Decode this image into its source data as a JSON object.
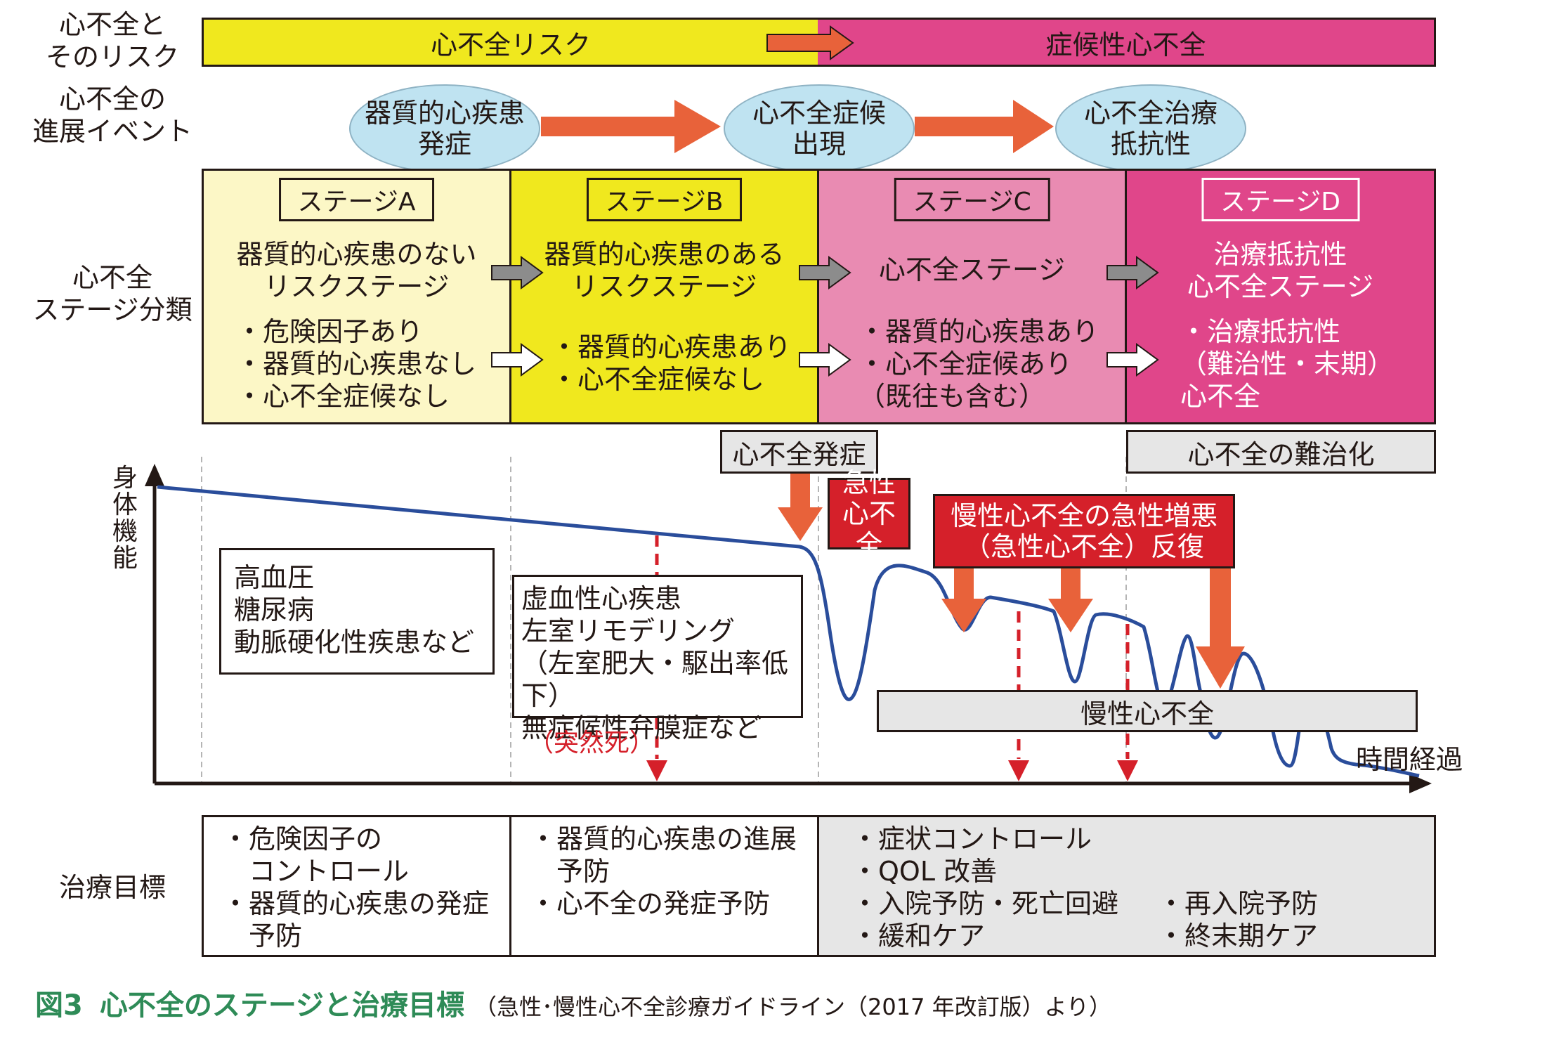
{
  "row_labels": {
    "risk": "心不全と\nそのリスク",
    "events": "心不全の\n進展イベント",
    "stages": "心不全\nステージ分類",
    "goals": "治療目標"
  },
  "risk_band": {
    "left": "心不全リスク",
    "right": "症候性心不全"
  },
  "events": [
    "器質的心疾患\n発症",
    "心不全症候\n出現",
    "心不全治療\n抵抗性"
  ],
  "stages": [
    {
      "title": "ステージA",
      "name": "器質的心疾患のない\nリスクステージ",
      "items": "・危険因子あり\n・器質的心疾患なし\n・心不全症候なし"
    },
    {
      "title": "ステージB",
      "name": "器質的心疾患のある\nリスクステージ",
      "items": "・器質的心疾患あり\n・心不全症候なし"
    },
    {
      "title": "ステージC",
      "name": "心不全ステージ",
      "items": "・器質的心疾患あり\n・心不全症候あり\n（既往も含む）"
    },
    {
      "title": "ステージD",
      "name": "治療抵抗性\n心不全ステージ",
      "items": "・治療抵抗性\n（難治性・末期）\n心不全"
    }
  ],
  "graph": {
    "y_axis_label": "身体機能",
    "x_axis_label": "時間経過",
    "onset_label": "心不全発症",
    "refractory_label": "心不全の難治化",
    "acute_label": "急性\n心不全",
    "exacerbation_label": "慢性心不全の急性増悪\n（急性心不全）反復",
    "chronic_label": "慢性心不全",
    "sudden_death_label": "（突然死）",
    "box_a": "高血圧\n糖尿病\n動脈硬化性疾患など",
    "box_b": "虚血性心疾患\n左室リモデリング\n（左室肥大・駆出率低下）\n無症候性弁膜症など"
  },
  "goals": {
    "a": "・危険因子の\n　コントロール\n・器質的心疾患の発症\n　予防",
    "b": "・器質的心疾患の進展\n　予防\n・心不全の発症予防",
    "cd_left": "・症状コントロール\n・QOL 改善\n・入院予防・死亡回避\n・緩和ケア",
    "cd_right": "・再入院予防\n・終末期ケア"
  },
  "caption": {
    "figure": "図3",
    "title": "心不全のステージと治療目標",
    "source": "（急性･慢性心不全診療ガイドライン（2017 年改訂版）より）"
  },
  "colors": {
    "yellow": "#f0e81e",
    "magenta": "#e0468a",
    "pale_yellow": "#fcf7c6",
    "pink": "#e98bb2",
    "red": "#d5202a",
    "orange_arrow": "#e8623a",
    "curve_blue": "#2a4d9b",
    "event_blue": "#bfe3f1"
  }
}
